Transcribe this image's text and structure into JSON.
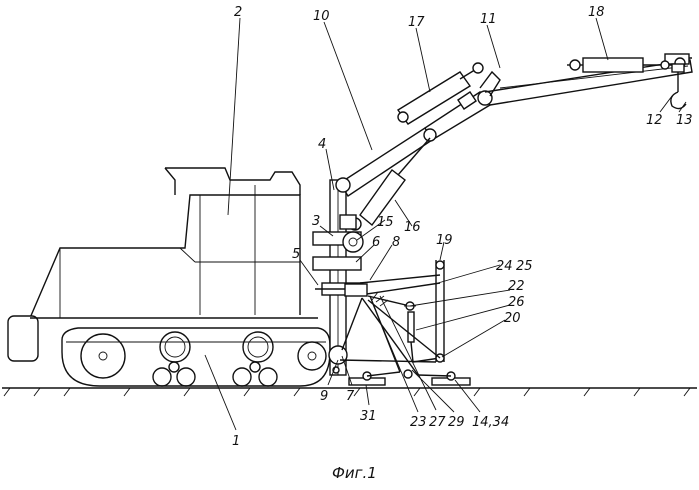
{
  "caption": "Фиг.1",
  "labels": {
    "l1": "1",
    "l2": "2",
    "l4": "4",
    "l5": "5",
    "l3": "3",
    "l6": "6",
    "l8": "8",
    "l10": "10",
    "l17": "17",
    "l11": "11",
    "l18": "18",
    "l12": "12",
    "l13": "13",
    "l16": "16",
    "l15": "15",
    "l19": "19",
    "l24": "24",
    "l25": "25",
    "l22": "22",
    "l26": "26",
    "l20": "20",
    "l9": "9",
    "l7": "7",
    "l31": "31",
    "l23": "23",
    "l27": "27",
    "l29": "29",
    "l1434": "14,34"
  }
}
